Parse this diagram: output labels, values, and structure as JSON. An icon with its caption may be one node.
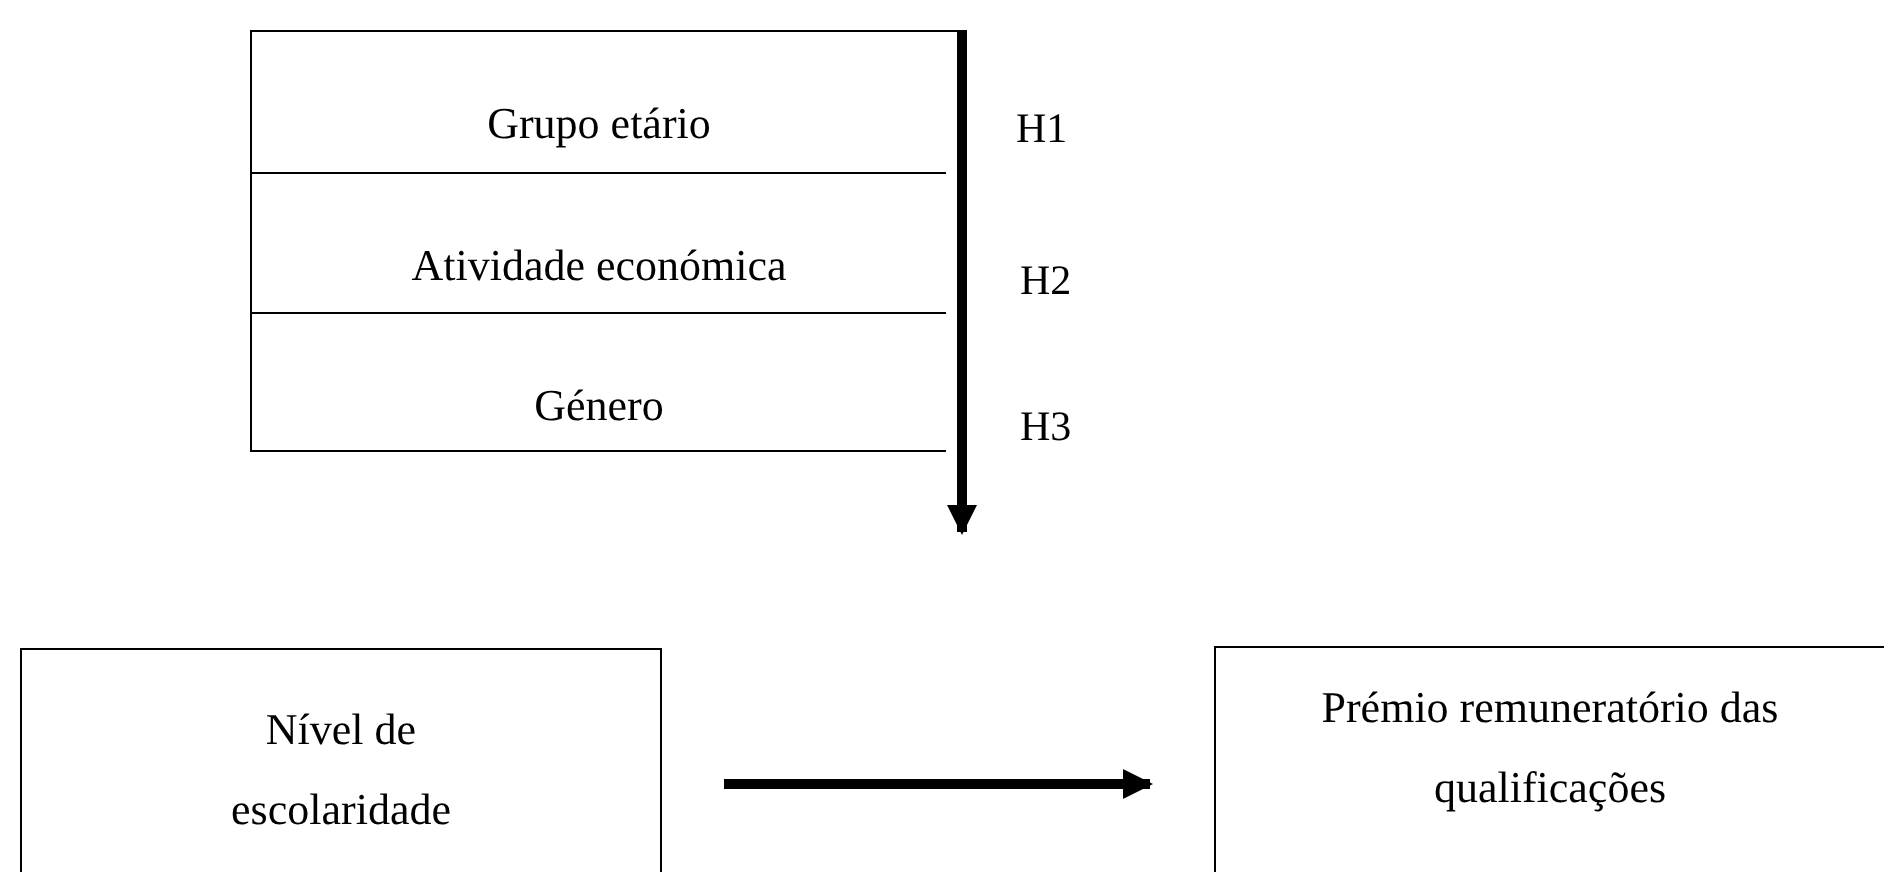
{
  "diagram": {
    "nodes": [
      {
        "text": [],
        "shape": "box"
      },
      {
        "text": [
          "Grupo etário"
        ],
        "in": 0
      },
      {
        "text": [
          "Atividade económica"
        ],
        "in": 0
      },
      {
        "text": [
          "Género"
        ],
        "in": 0
      },
      {
        "text": [
          "Nível de escolaridade"
        ]
      },
      {
        "text": [
          "Prémio remuneratório das qualificações"
        ]
      }
    ],
    "edges": [
      {
        "from": 0,
        "to": null,
        "arrow": "to"
      },
      {
        "from": 4,
        "to": 5,
        "arrow": "to"
      }
    ],
    "labels": [
      "H1",
      "H2",
      "H3"
    ]
  }
}
